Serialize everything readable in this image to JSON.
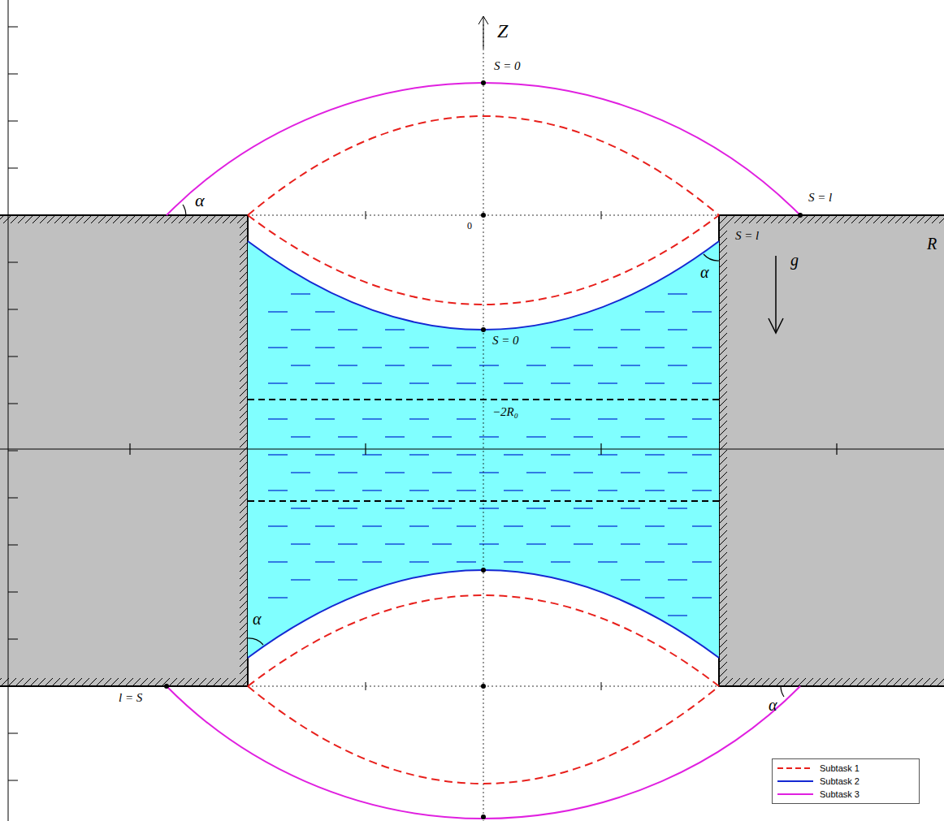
{
  "diagram": {
    "labels": [
      "Z",
      "S = 0",
      "0",
      "α",
      "S = l",
      "S = l",
      "R",
      "α",
      "g⃗",
      "S = 0",
      "−2R₀",
      "α",
      "l = S",
      "α"
    ],
    "legend": [
      {
        "text": "Subtask 1"
      },
      {
        "text": "Subtask 2"
      },
      {
        "text": "Subtask 3"
      }
    ]
  }
}
